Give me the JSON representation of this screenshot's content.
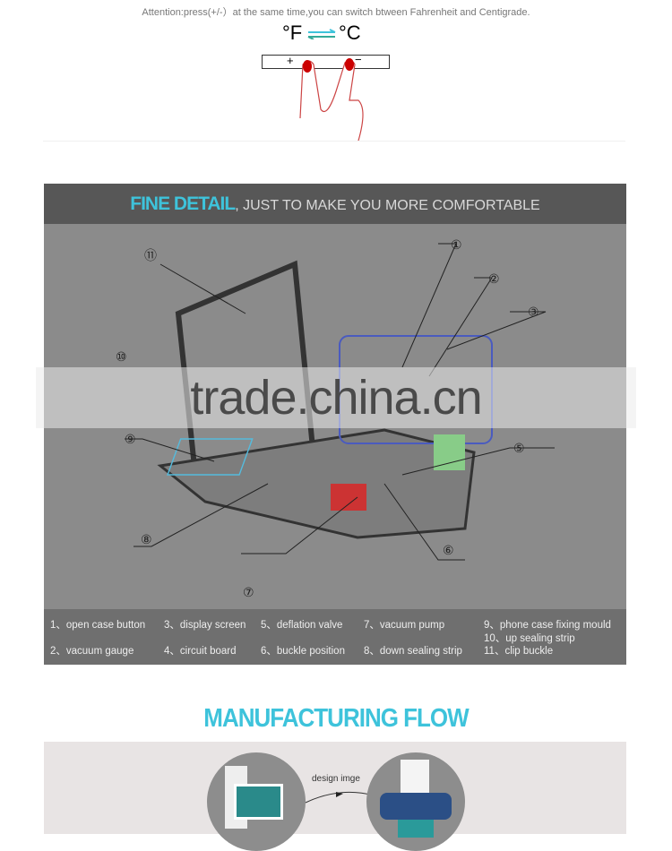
{
  "attention": "Attention:press(+/-）at the same time,you can switch btween Fahrenheit and Centigrade.",
  "temp": {
    "f": "°F",
    "c": "°C",
    "plus": "+",
    "minus": "−"
  },
  "header": {
    "bold": "FINE DETAIL",
    "rest": ", JUST TO MAKE YOU MORE COMFORTABLE"
  },
  "callouts": [
    "①",
    "②",
    "③",
    "⑤",
    "⑥",
    "⑦",
    "⑧",
    "⑨",
    "⑩",
    "⑪"
  ],
  "watermark": "trade.china.cn",
  "legend": [
    "1、open case button",
    "2、vacuum gauge",
    "3、display screen",
    "4、circuit board",
    "5、deflation valve",
    "6、buckle position",
    "7、vacuum pump",
    "8、down sealing strip",
    "9、phone case fixing mould",
    "10、up sealing strip",
    "11、clip buckle"
  ],
  "manufacturing": {
    "title": "MANUFACTURING FLOW",
    "arrow_label": "design imge"
  },
  "colors": {
    "accent": "#3ec3db",
    "header_bg": "#575757",
    "diagram_bg": "#8b8b8b"
  }
}
